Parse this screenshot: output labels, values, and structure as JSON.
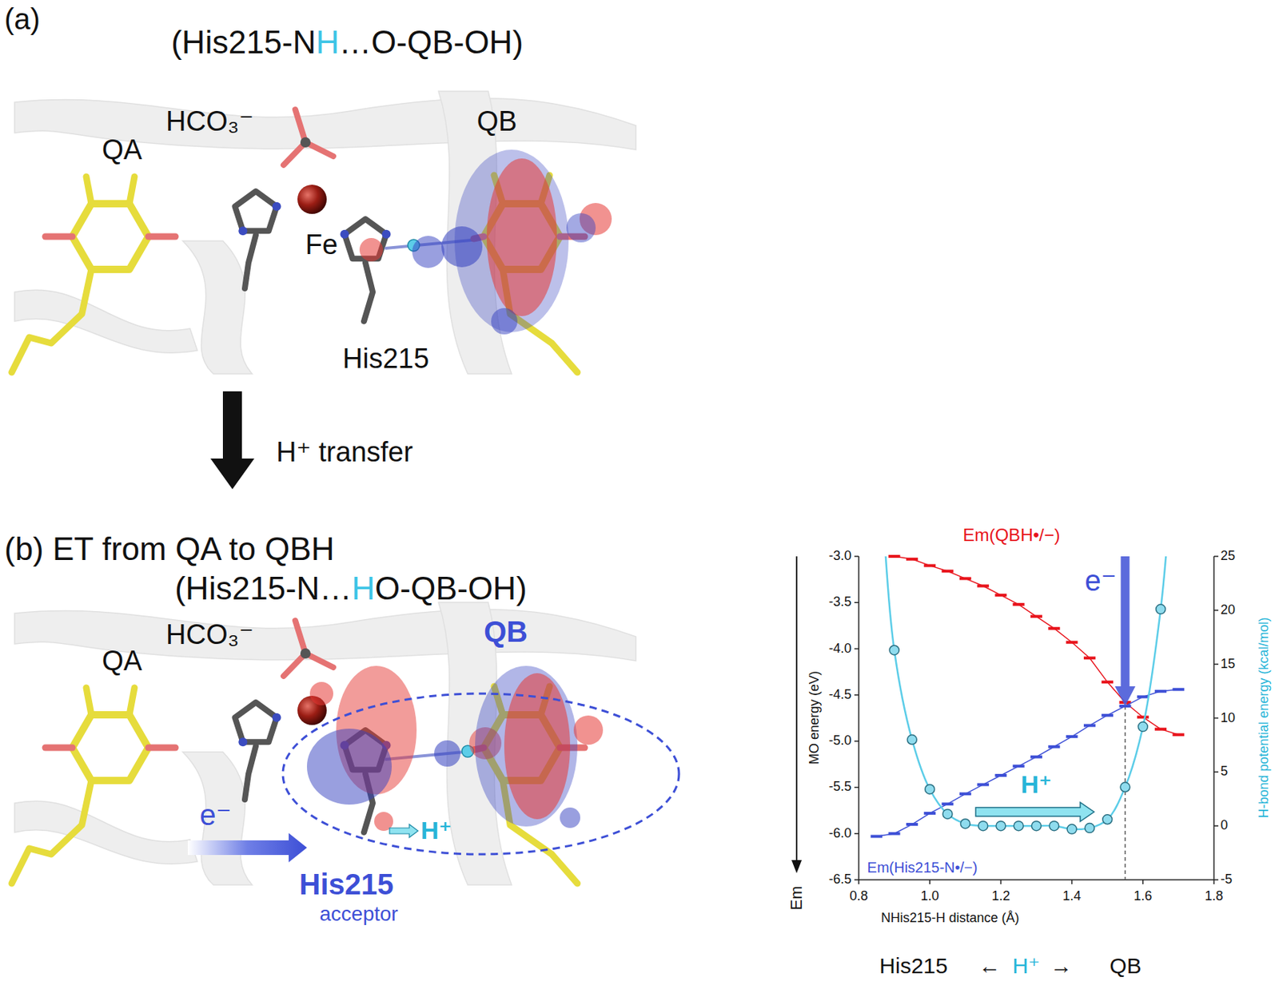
{
  "diagram": {
    "nodes": [
      {
        "text": [
          "QB",
          "His215",
          "acceptor"
        ]
      }
    ],
    "labels": [
      "(a)",
      "(His215-N",
      "H",
      "…O-QB-OH)",
      "QA",
      "HCO₃⁻",
      "QB",
      "Fe",
      "His215",
      "H⁺ transfer",
      "(b) ET from QA to QBH",
      "(His215-N…",
      "H",
      "O-QB-OH)",
      "QA",
      "HCO₃⁻",
      "e⁻",
      "H⁺",
      "Em(QBH•/−)",
      "e⁻",
      "MO energy (eV)",
      "-3.0",
      "-3.5",
      "-4.0",
      "-4.5",
      "-5.0",
      "-5.5",
      "-6.0",
      "-6.5",
      "25",
      "20",
      "15",
      "10",
      "5",
      "0",
      "-5",
      "H-bond potential energy (kcal/mol)",
      "H⁺",
      "Em(His215-N•/−)",
      "0.8",
      "1.0",
      "1.2",
      "1.4",
      "1.6",
      "1.8",
      "NHis215-H distance (Å)",
      "Em",
      "His215",
      "←",
      "H⁺",
      "→",
      "QB"
    ]
  }
}
